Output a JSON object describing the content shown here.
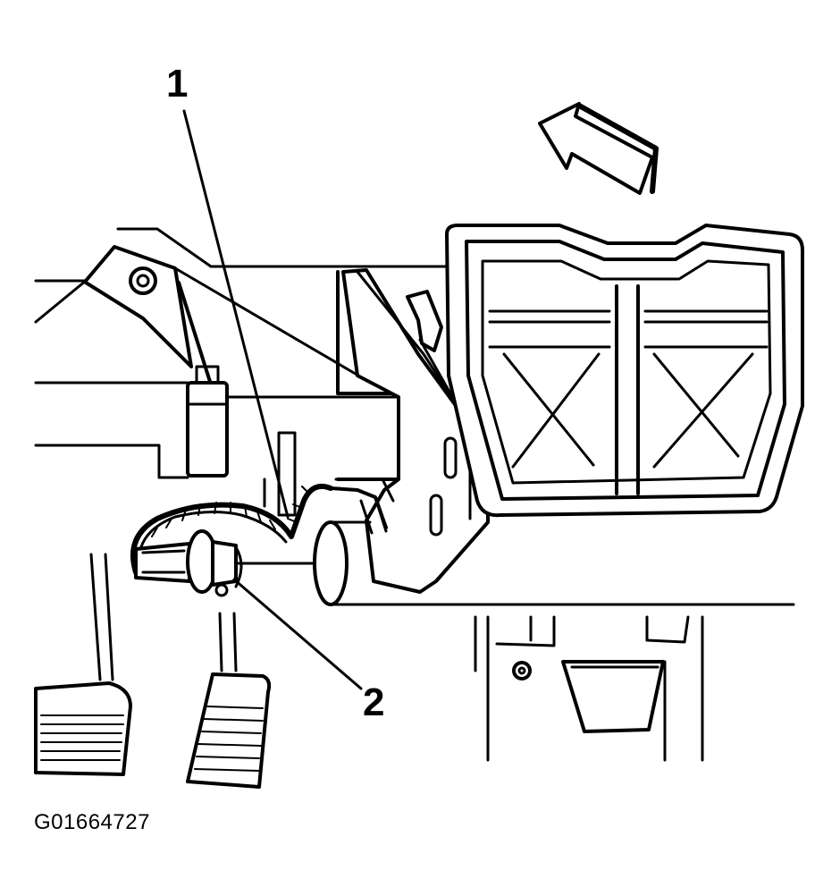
{
  "callouts": {
    "label_1": "1",
    "label_2": "2"
  },
  "figure_id": "G01664727",
  "colors": {
    "ink": "#000000",
    "paper": "#ffffff"
  }
}
